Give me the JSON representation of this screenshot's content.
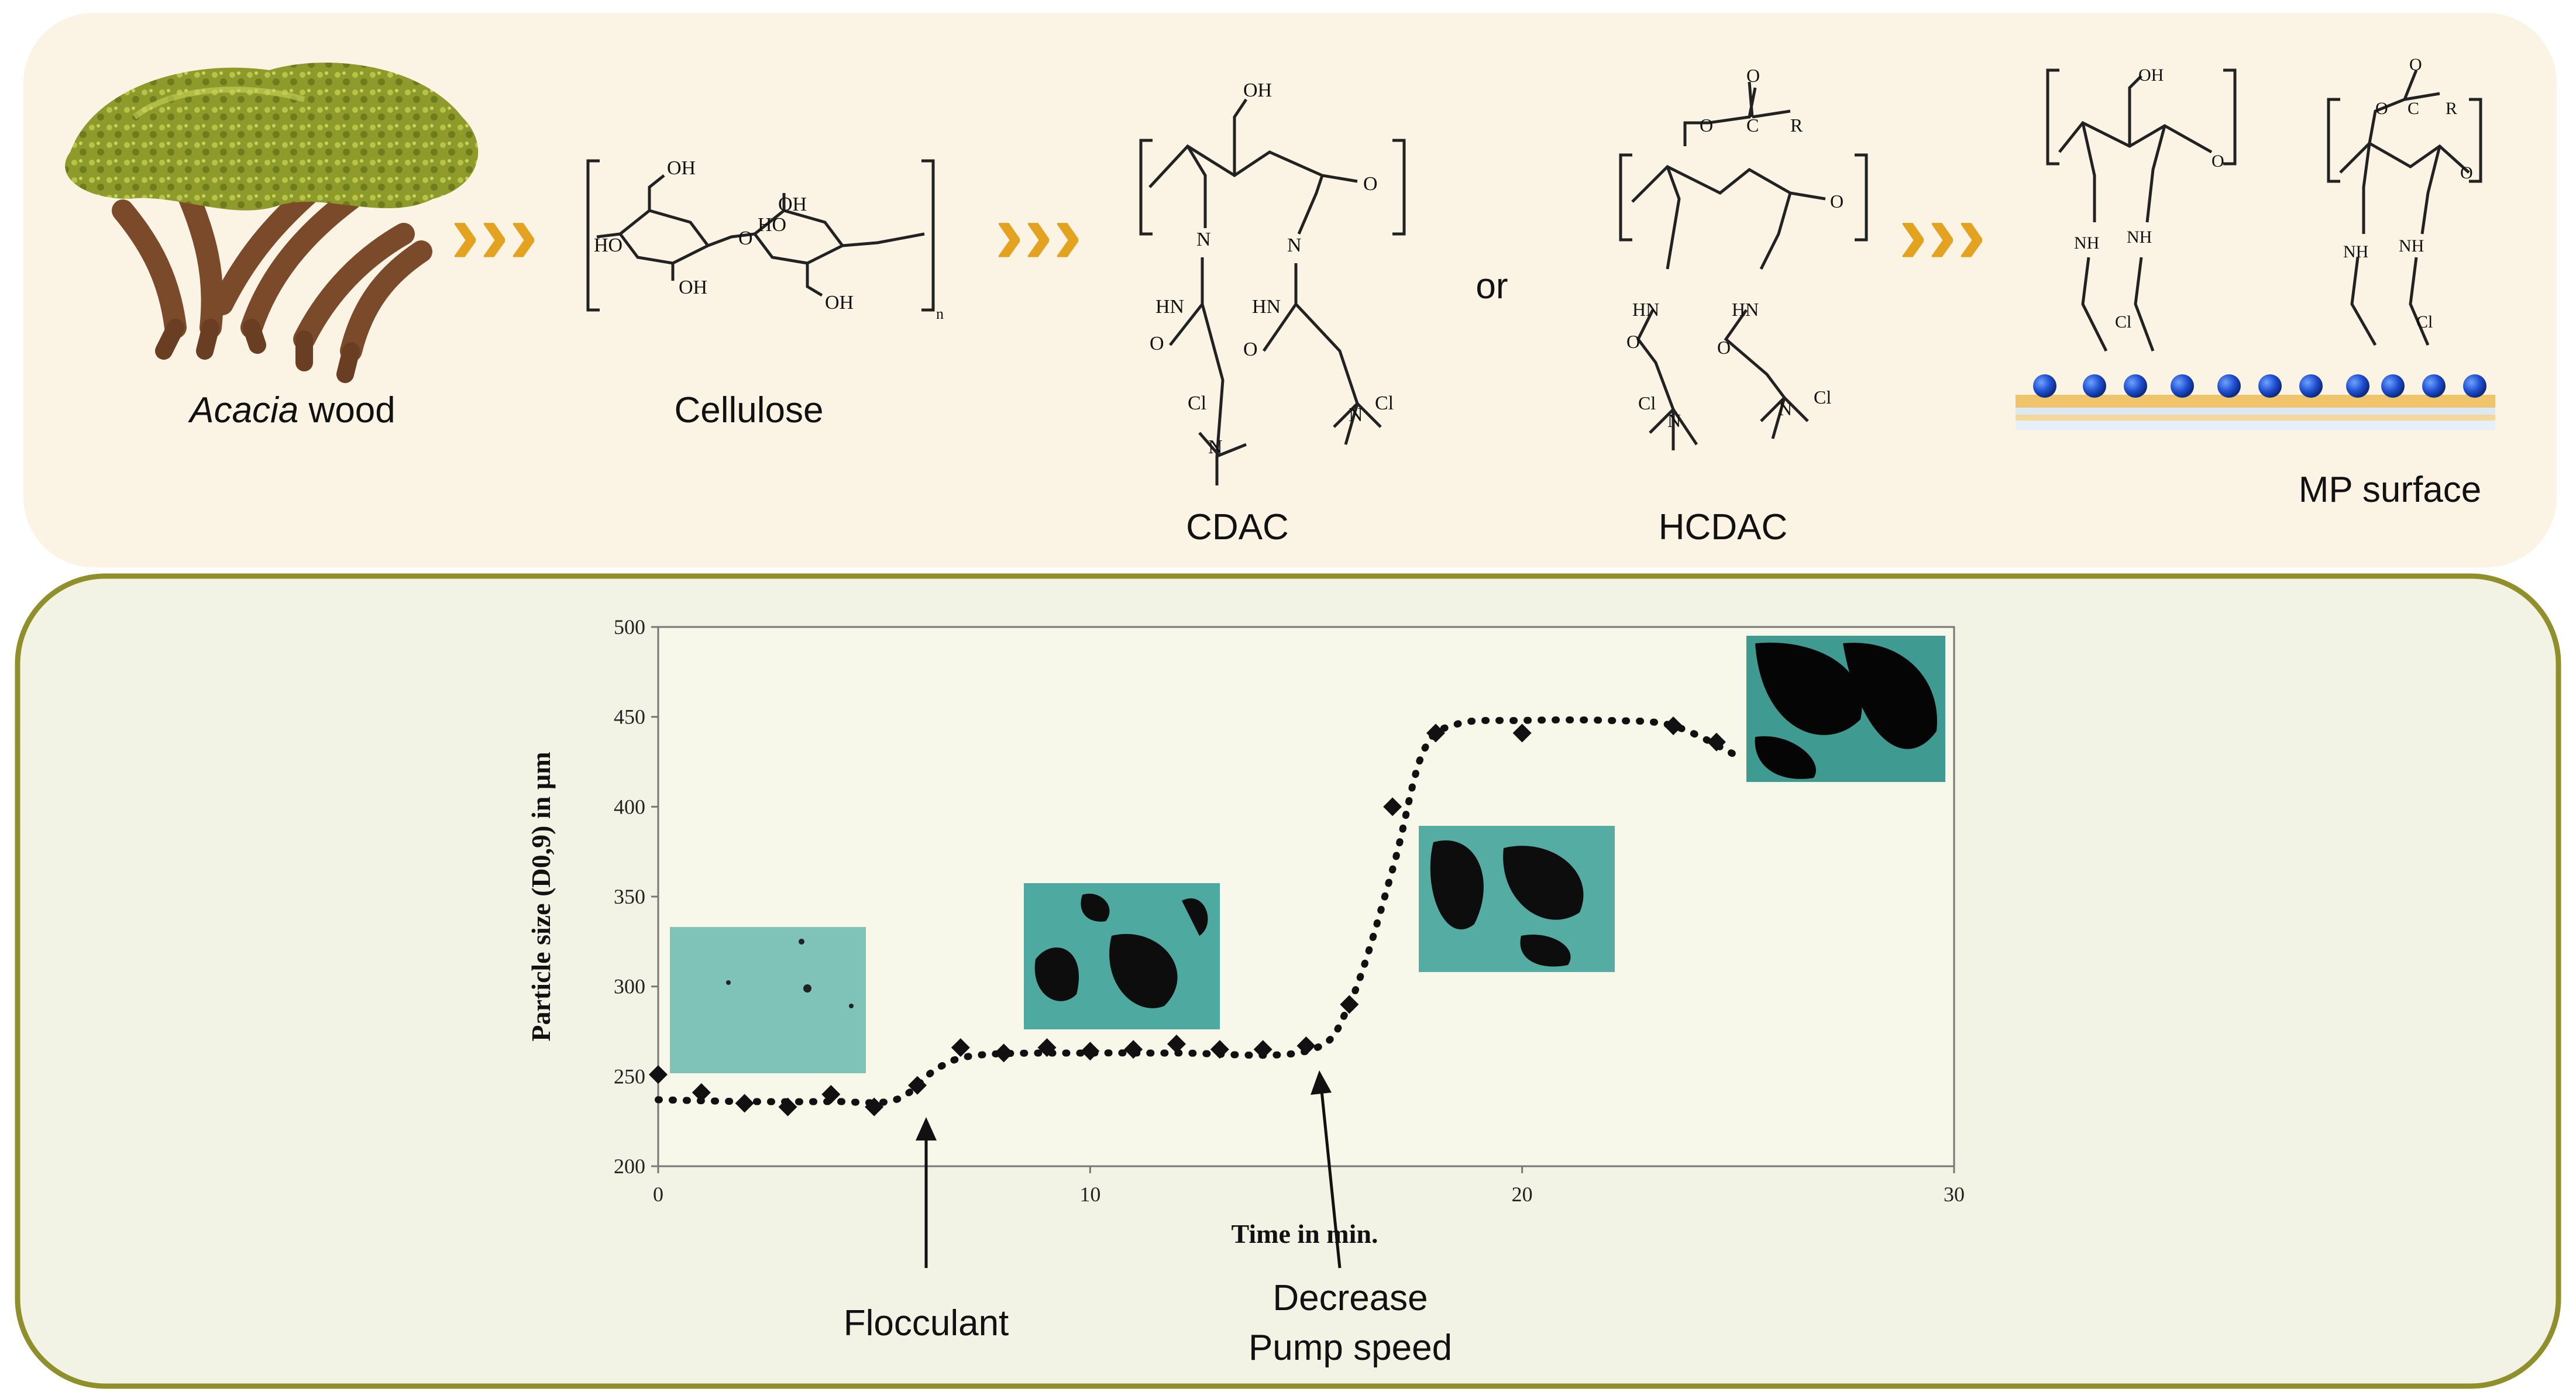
{
  "top_panel": {
    "acacia_label_italic": "Acacia",
    "acacia_label_rest": " wood",
    "cellulose_label": "Cellulose",
    "cdac_label": "CDAC",
    "or_label": "or",
    "hcdac_label": "HCDAC",
    "mp_surface_label": "MP surface",
    "arrow_glyph": "›››",
    "chem_text": {
      "oh": "OH",
      "ho": "HO",
      "o": "O",
      "n_sub": "n",
      "hn": "HN",
      "nh": "NH",
      "n": "N",
      "cl": "Cl",
      "r": "R",
      "c": "C"
    }
  },
  "bottom_panel": {
    "annotation_flocculant": "Flocculant",
    "annotation_decrease": "Decrease",
    "annotation_pump_speed": "Pump speed"
  },
  "chart_data": {
    "type": "scatter",
    "xlabel": "Time in min.",
    "ylabel": "Particle size (D0,9) in µm",
    "xlim": [
      0,
      30
    ],
    "ylim": [
      200,
      500
    ],
    "xticks": [
      0,
      10,
      20,
      30
    ],
    "yticks": [
      200,
      250,
      300,
      350,
      400,
      450,
      500
    ],
    "grid": false,
    "series": [
      {
        "marker": "diamond",
        "x": [
          0,
          1,
          2,
          3,
          4,
          5,
          6,
          7,
          8,
          9,
          10,
          11,
          12,
          13,
          14,
          15,
          16,
          17,
          18,
          20,
          23.5,
          24.5
        ],
        "y": [
          251,
          241,
          235,
          233,
          240,
          233,
          245,
          266,
          263,
          266,
          264,
          265,
          268,
          265,
          265,
          267,
          290,
          400,
          441,
          441,
          445,
          436
        ]
      }
    ],
    "fit_line": {
      "style": "dotted",
      "x": [
        0,
        2,
        4,
        5.5,
        6.5,
        7.5,
        10,
        12,
        15,
        16,
        17,
        17.7,
        18.5,
        20,
        22,
        23.5,
        25
      ],
      "y": [
        237,
        236,
        236,
        237,
        255,
        262,
        263,
        263,
        264,
        290,
        365,
        430,
        446,
        448,
        448,
        445,
        428
      ]
    }
  }
}
